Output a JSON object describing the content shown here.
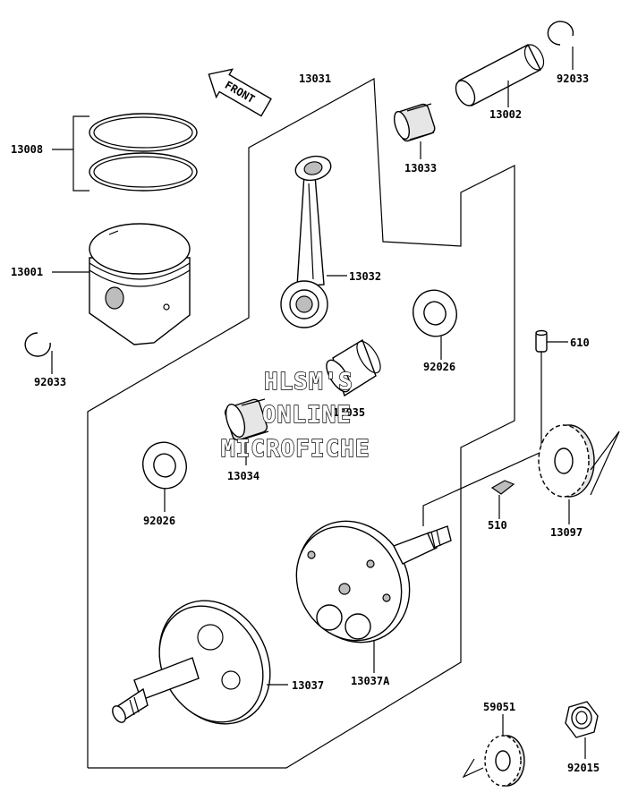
{
  "direction_tag": "FRONT",
  "watermark": [
    "HLSM'S",
    "ONLINE",
    "MICROFICHE"
  ],
  "labels": {
    "p13031": "13031",
    "p92033_top": "92033",
    "p13002": "13002",
    "p13008": "13008",
    "p13033": "13033",
    "p13001": "13001",
    "p13032": "13032",
    "p92033_left": "92033",
    "p92026_right": "92026",
    "p610": "610",
    "p13035": "13035",
    "p13034": "13034",
    "p92026_left": "92026",
    "p510": "510",
    "p13097": "13097",
    "p13037": "13037",
    "p13037A": "13037A",
    "p59051": "59051",
    "p92015": "92015"
  }
}
